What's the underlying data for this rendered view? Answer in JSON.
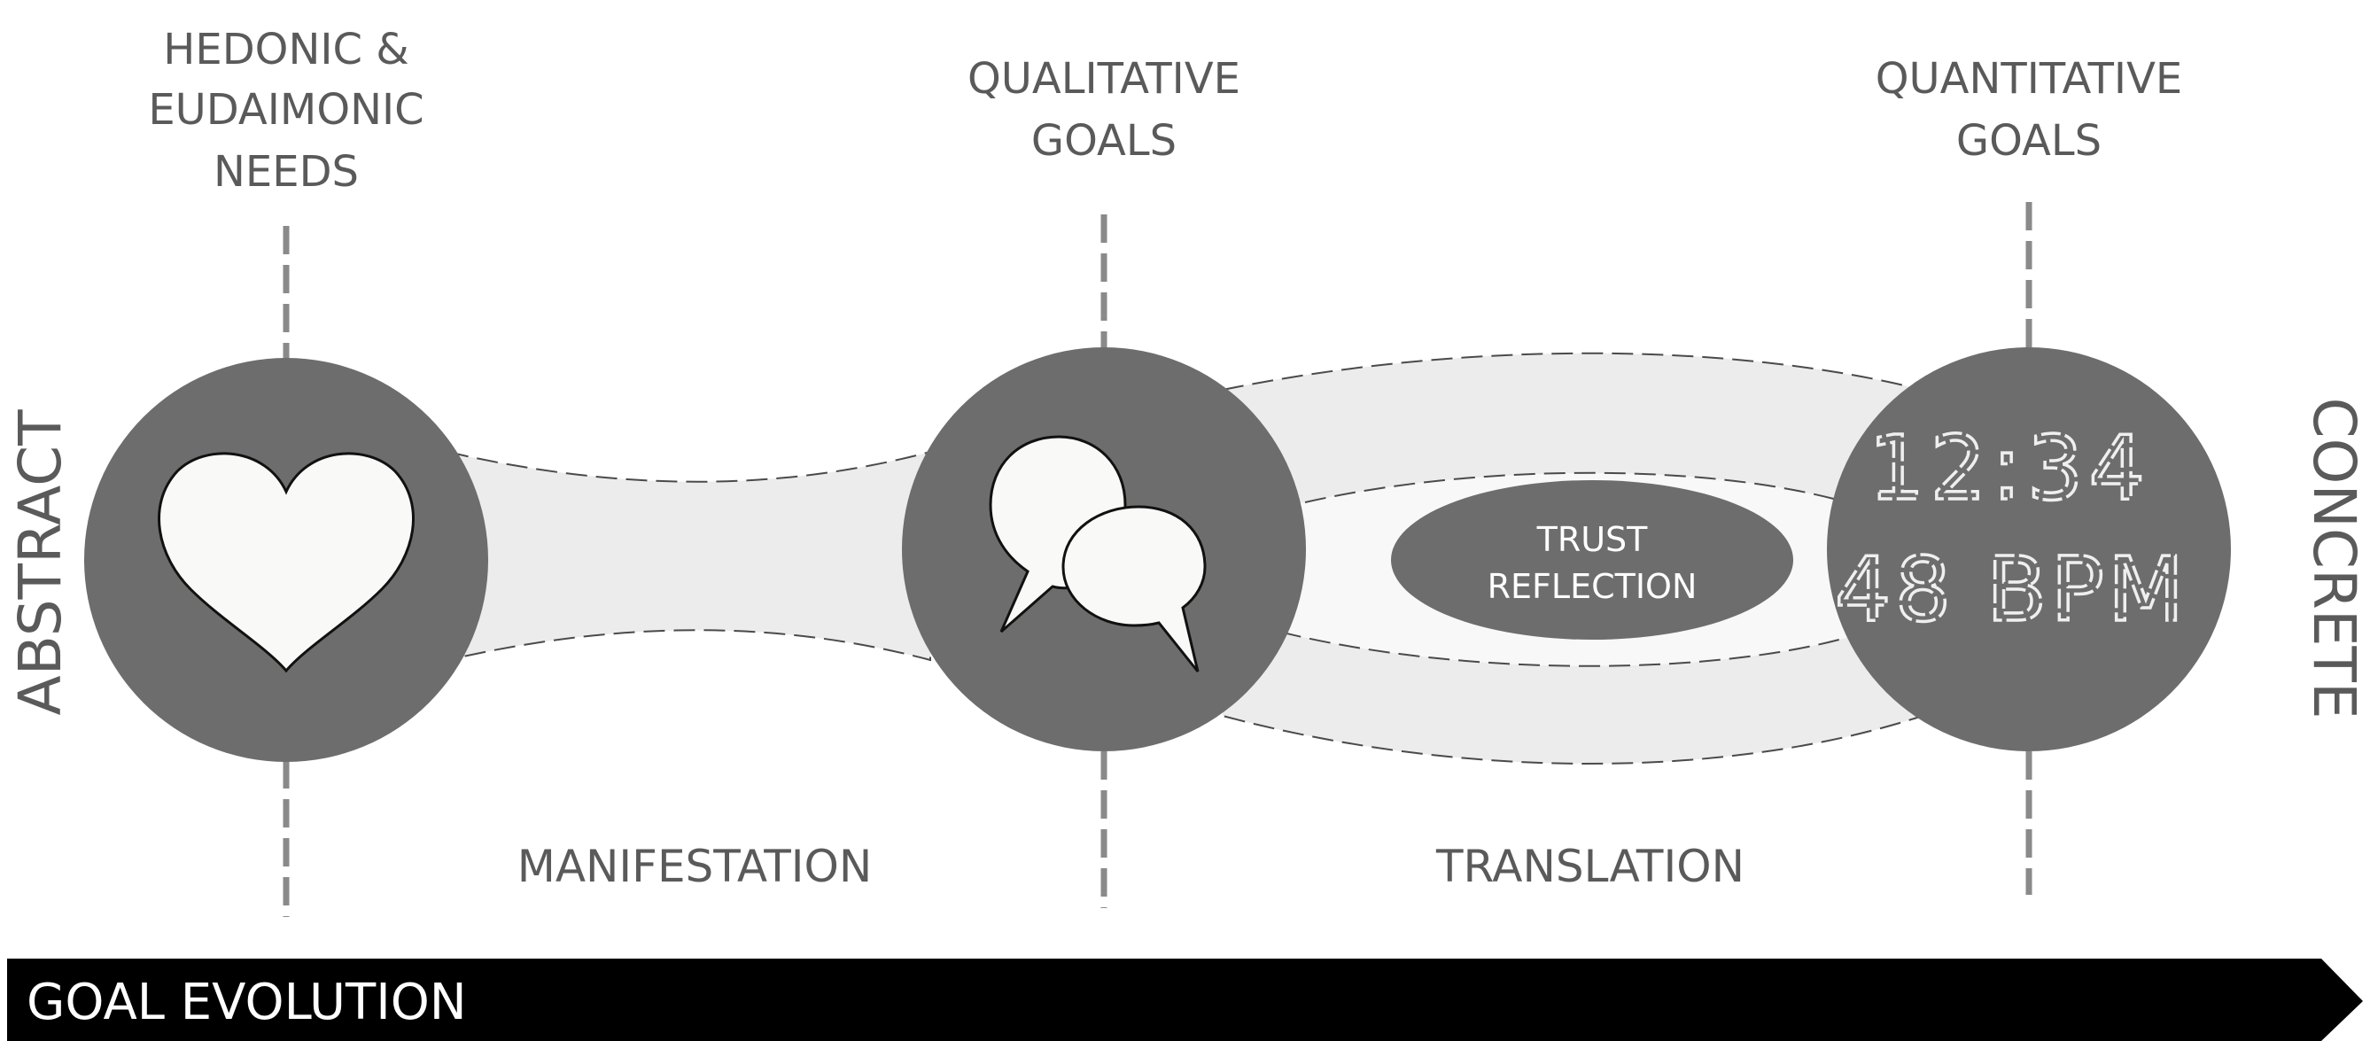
{
  "colors": {
    "circle_fill": "#6e6d6e",
    "band_fill": "#ececec",
    "inner_band_fill": "#f8f8f8",
    "label_text": "#5a5a5a",
    "dashed_line": "#8a8a8a",
    "icon_fill": "#f9f9f7",
    "arrow_fill": "#000000",
    "arrow_text": "#ffffff",
    "clock_text": "#efefef"
  },
  "stages": {
    "needs": {
      "label_lines": [
        "HEDONIC &",
        "EUDAIMONIC",
        "NEEDS"
      ],
      "icon": "heart-icon"
    },
    "qualitative": {
      "label_lines": [
        "QUALITATIVE",
        "GOALS"
      ],
      "icon": "speech-bubbles-icon"
    },
    "quantitative": {
      "label_lines": [
        "QUANTITATIVE",
        "GOALS"
      ],
      "icon": "digital-clock-icon",
      "display_lines": [
        "12:34",
        "48 BPM"
      ]
    }
  },
  "transitions": {
    "manifestation": "MANIFESTATION",
    "translation": "TRANSLATION",
    "trust_reflection_lines": [
      "TRUST",
      "REFLECTION"
    ]
  },
  "axis": {
    "abstract": "ABSTRACT",
    "concrete": "CONCRETE",
    "goal_evolution": "GOAL EVOLUTION"
  }
}
